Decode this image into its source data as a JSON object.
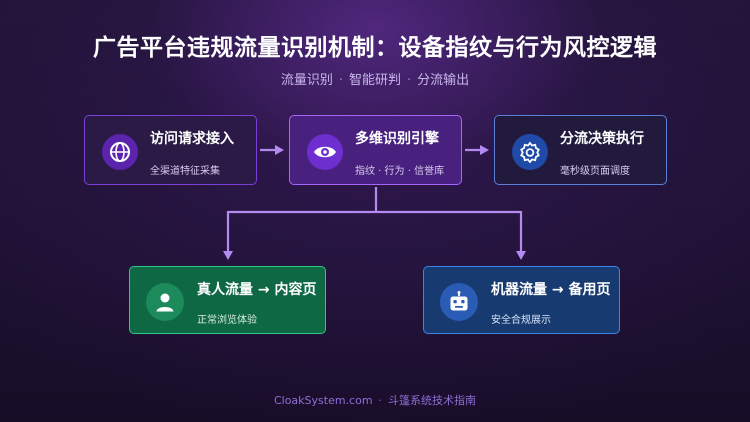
{
  "title": "广告平台违规流量识别机制：设备指纹与行为风控逻辑",
  "subtitle": {
    "items": [
      "流量识别",
      "智能研判",
      "分流输出"
    ],
    "separator": "·"
  },
  "nodes": {
    "access": {
      "title": "访问请求接入",
      "subtitle": "全渠道特征采集",
      "icon": "globe-icon"
    },
    "identify": {
      "title": "多维识别引擎",
      "subtitle": "指纹 · 行为 · 信誉库",
      "icon": "eye-icon"
    },
    "decision": {
      "title": "分流决策执行",
      "subtitle": "毫秒级页面调度",
      "icon": "gear-icon"
    },
    "human": {
      "title": "真人流量 → 内容页",
      "subtitle": "正常浏览体验",
      "icon": "person-icon"
    },
    "bot": {
      "title": "机器流量 → 备用页",
      "subtitle": "安全合规展示",
      "icon": "robot-icon"
    }
  },
  "footer": {
    "site": "CloakSystem.com",
    "separator": "·",
    "text": "斗篷系统技术指南"
  },
  "colors": {
    "background": "#1c1130",
    "accent_purple": "#a765ff",
    "human_green": "#2fc889",
    "bot_blue": "#3f83e6",
    "connector": "#b48af0"
  }
}
